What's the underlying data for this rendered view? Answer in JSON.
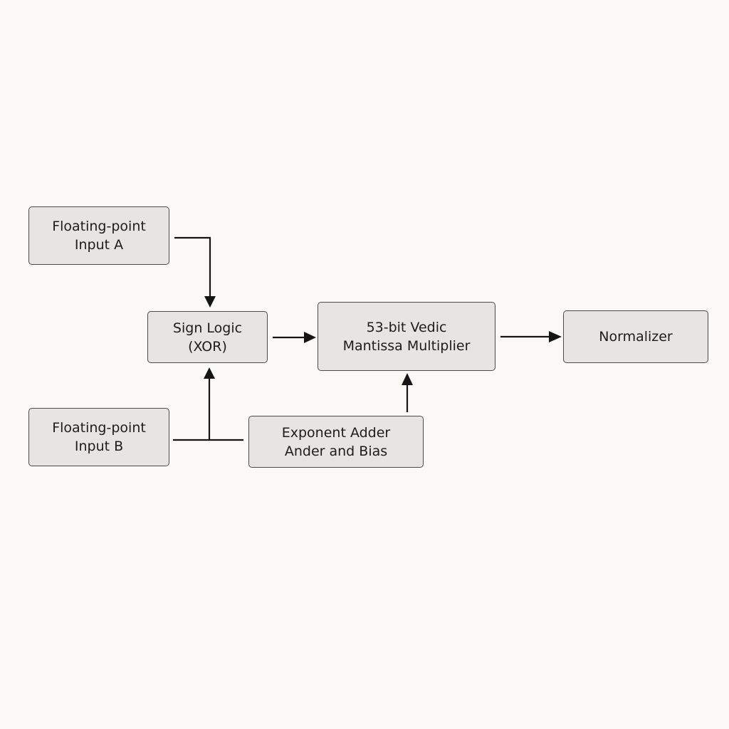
{
  "blocks": {
    "input_a": {
      "line1": "Floating-point",
      "line2": "Input A"
    },
    "input_b": {
      "line1": "Floating-point",
      "line2": "Input B"
    },
    "sign_logic": {
      "line1": "Sign Logic",
      "line2": "(XOR)"
    },
    "mantissa_multiplier": {
      "line1": "53-bit Vedic",
      "line2": "Mantissa Multiplier"
    },
    "normalizer": {
      "line1": "Normalizer"
    },
    "exponent_adder": {
      "line1": "Exponent Adder",
      "line2": "Ander and Bias"
    }
  },
  "colors": {
    "background": "#faf9f5",
    "block_fill": "#e6e5e1",
    "block_border": "#4a4a4a",
    "wire": "#151515"
  }
}
